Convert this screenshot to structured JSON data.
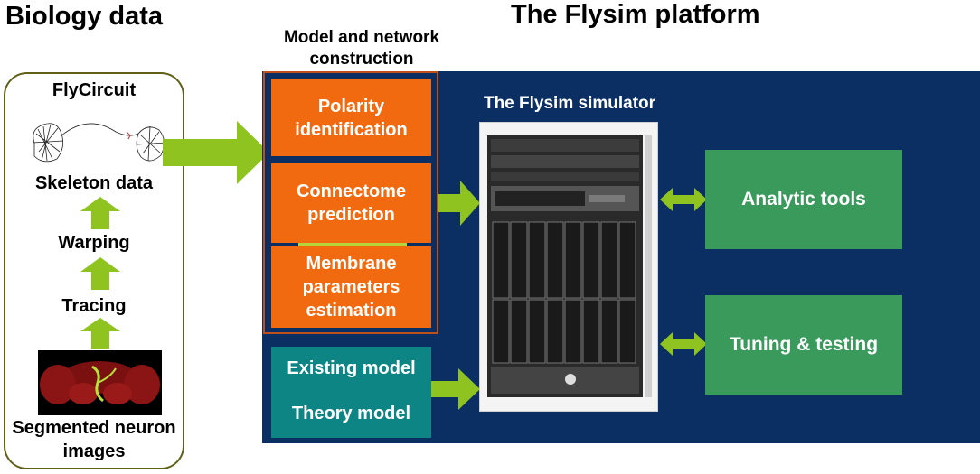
{
  "titles": {
    "biology": "Biology data",
    "flysim": "The Flysim platform",
    "model_construction": "Model and network construction"
  },
  "biology": {
    "panel_title": "FlyCircuit",
    "skeleton": "Skeleton data",
    "warping": "Warping",
    "tracing": "Tracing",
    "segmented": "Segmented neuron images"
  },
  "construction": {
    "polarity": "Polarity identification",
    "connectome": "Connectome prediction",
    "membrane": "Membrane parameters estimation"
  },
  "models": {
    "existing": "Existing model",
    "theory": "Theory model"
  },
  "simulator": {
    "label": "The Flysim simulator"
  },
  "tools": {
    "analytic": "Analytic tools",
    "tuning": "Tuning & testing"
  },
  "colors": {
    "platform_bg": "#0b2f63",
    "orange": "#f26a10",
    "teal": "#0e8585",
    "green_box": "#3a9a5c",
    "arrow_green": "#8fc31f"
  }
}
